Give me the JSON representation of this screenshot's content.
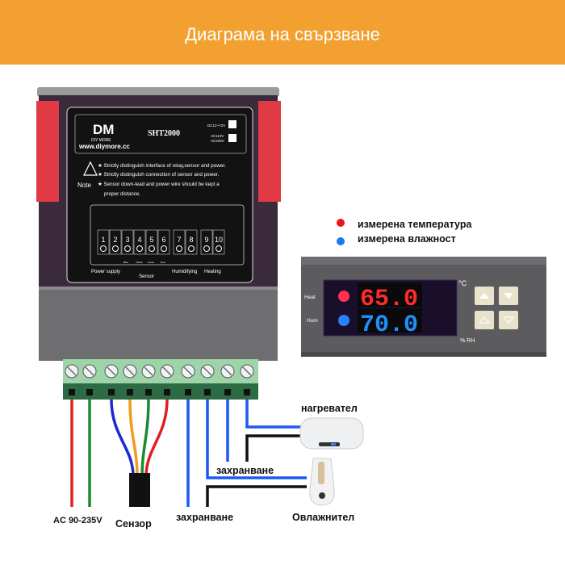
{
  "header": {
    "title": "Диаграма на свързване",
    "background": "#f2a030"
  },
  "controller": {
    "brand": "DM",
    "brand_sub": "DIY MORE",
    "website": "www.diymore.cc",
    "model": "SHT2000",
    "voltage_options": [
      "DC12~72V",
      "AC110V",
      "AC220V"
    ],
    "note_label": "Note",
    "notes": [
      "Strictly distinguish interface of relay,sensor and power.",
      "Strictly distinguish connection of sensor and power.",
      "Sensor down-lead and power wire should be kept a",
      "proper distance."
    ],
    "terminals": [
      "1",
      "2",
      "3",
      "4",
      "5",
      "6",
      "7",
      "8",
      "9",
      "10"
    ],
    "sensor_colors": [
      "Blue",
      "Yellow",
      "Green",
      "Red"
    ],
    "groups": {
      "power": "Power supply",
      "sensor": "Sensor",
      "humidifying": "Humidifying",
      "heating": "Heating"
    }
  },
  "legend": [
    {
      "label": "измерена температура",
      "color": "#e8141c"
    },
    {
      "label": "измерена влажност",
      "color": "#1a78f0"
    }
  ],
  "display": {
    "heat_label": "Heat",
    "hum_label": "Hum",
    "temperature": "65.0",
    "humidity": "70.0",
    "temp_unit": "°C",
    "hum_unit": "% RH",
    "buttons": [
      "up-filled-icon",
      "down-filled-icon",
      "up-outline-icon",
      "down-outline-icon"
    ]
  },
  "labels": {
    "heater": "нагревател",
    "power_mid": "захранване",
    "ac": "AC 90-235V",
    "sensor": "Сензор",
    "power_bottom": "захранване",
    "humidifier": "Овлажнител"
  }
}
